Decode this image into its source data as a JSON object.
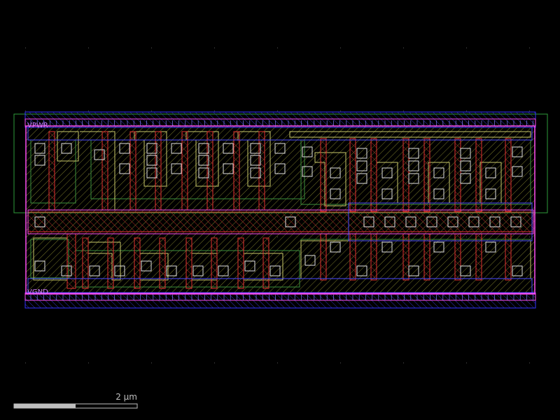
{
  "layout_viewer": {
    "cell_labels": {
      "power_top": "VPWR",
      "power_bottom": "VGND"
    },
    "scale_bar": {
      "label": "2 µm",
      "fill_fraction": 0.5
    },
    "layer_colors": {
      "background": "#000000",
      "nwell": "#36b83e",
      "diffusion": "#3d8f3d",
      "poly": "#e0312f",
      "metal1": "#3333ff",
      "li": "#ff4df2",
      "contact": "#d9d9d9",
      "hatch": "#8c8c2e",
      "boundary": "#b056ff"
    }
  }
}
